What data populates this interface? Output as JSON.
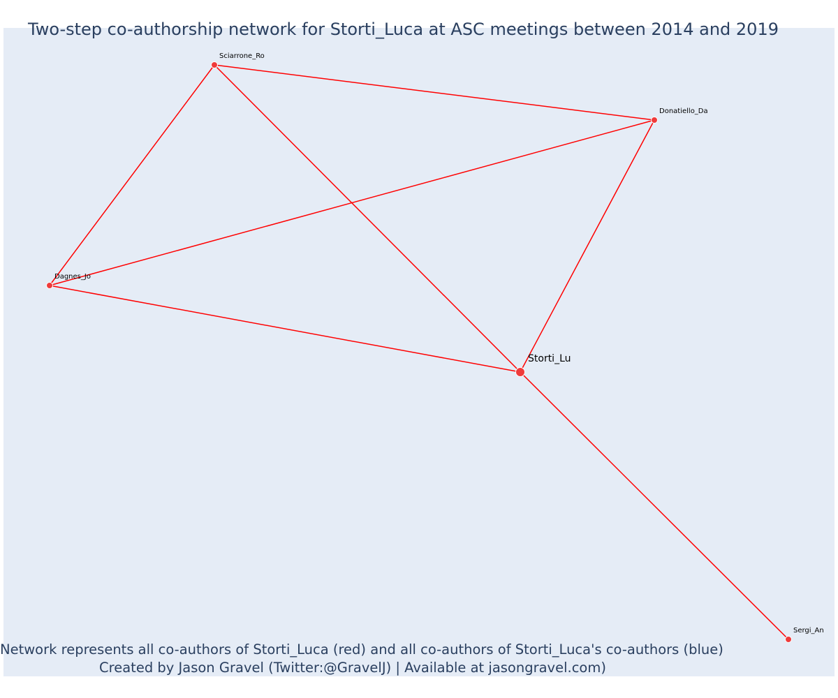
{
  "title": "Two-step co-authorship network for Storti_Luca at ASC meetings between 2014 and 2019",
  "caption": {
    "line1": "Network represents all co-authors of Storti_Luca (red) and all co-authors of Storti_Luca's co-authors (blue)",
    "line2": "Created by Jason Gravel (Twitter:@GravelJ) | Available at jasongravel.com)"
  },
  "colors": {
    "background": "#e5ecf6",
    "edge": "#ff0000",
    "node_fill": "#ef3b3b",
    "node_stroke": "#ffffff",
    "text": "#2a3f5f"
  },
  "nodes": [
    {
      "id": "Storti_Lu",
      "label": "Storti_Lu",
      "group": "co-author",
      "focal": true
    },
    {
      "id": "Sciarrone_Ro",
      "label": "Sciarrone_Ro",
      "group": "co-author"
    },
    {
      "id": "Donatiello_Da",
      "label": "Donatiello_Da",
      "group": "co-author"
    },
    {
      "id": "Dagnes_Jo",
      "label": "Dagnes_Jo",
      "group": "co-author"
    },
    {
      "id": "Sergi_An",
      "label": "Sergi_An",
      "group": "co-author"
    }
  ],
  "edges": [
    [
      "Sciarrone_Ro",
      "Donatiello_Da"
    ],
    [
      "Sciarrone_Ro",
      "Dagnes_Jo"
    ],
    [
      "Sciarrone_Ro",
      "Storti_Lu"
    ],
    [
      "Donatiello_Da",
      "Dagnes_Jo"
    ],
    [
      "Donatiello_Da",
      "Storti_Lu"
    ],
    [
      "Dagnes_Jo",
      "Storti_Lu"
    ],
    [
      "Storti_Lu",
      "Sergi_An"
    ]
  ]
}
